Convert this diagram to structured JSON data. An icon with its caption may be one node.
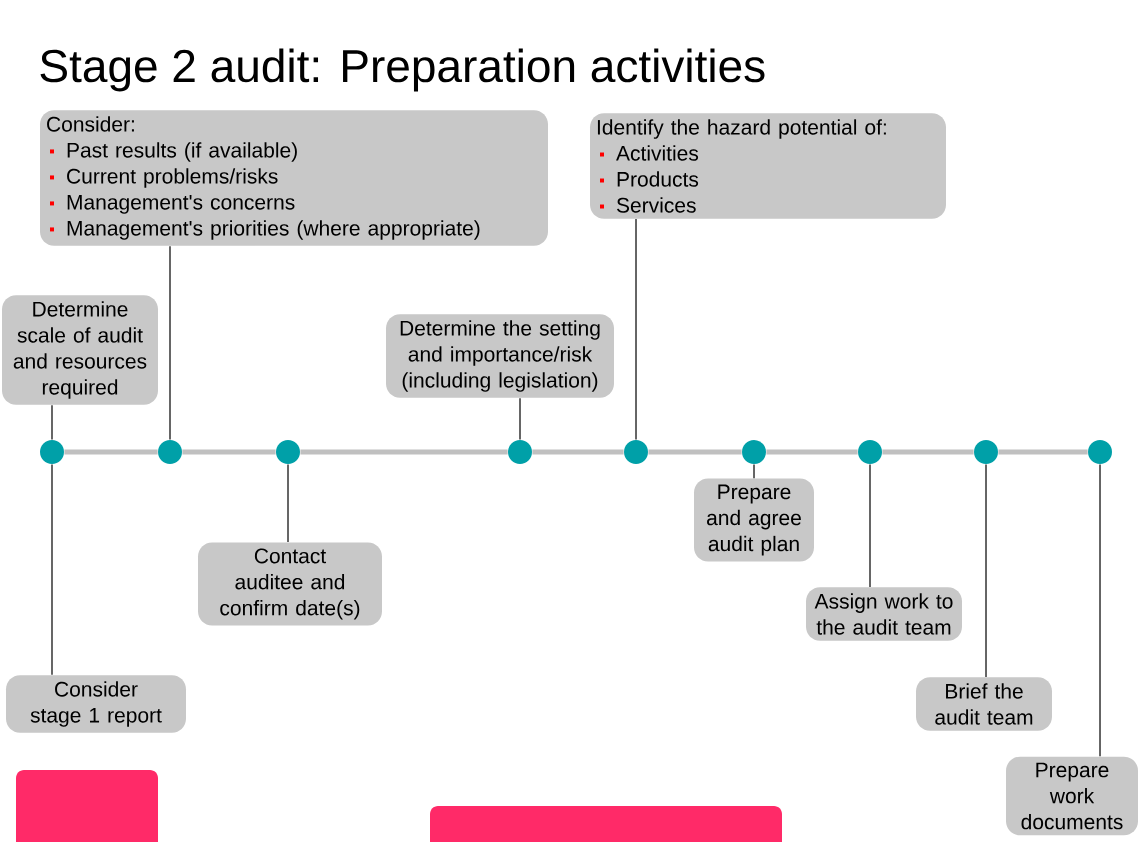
{
  "diagram": {
    "title": "Stage 2 audit: Preparation activities",
    "nodes": [
      {
        "text": [
          "Determine scale of audit and resources required"
        ]
      },
      {
        "text": [
          "Consider:",
          "Past results (if available)",
          "Current problems/risks",
          "Management's concerns",
          "Management's priorities (where appropriate)"
        ]
      },
      {
        "text": [
          "Identify the hazard potential of:",
          "Activities",
          "Products",
          "Services"
        ]
      },
      {
        "text": [
          "Determine the setting and importance/risk (including legislation)"
        ]
      },
      {
        "text": [
          "Contact auditee and confirm date(s)"
        ]
      },
      {
        "text": [
          "Prepare and agree audit plan"
        ]
      },
      {
        "text": [
          "Assign work to the audit team"
        ]
      },
      {
        "text": [
          "Brief the audit team"
        ]
      },
      {
        "text": [
          "Consider stage 1 report"
        ]
      },
      {
        "text": [
          "Prepare work documents"
        ]
      },
      {
        "text": [],
        "shape": "circle"
      },
      {
        "text": [],
        "shape": "circle"
      },
      {
        "text": [],
        "shape": "circle"
      },
      {
        "text": [],
        "shape": "circle"
      },
      {
        "text": [],
        "shape": "circle"
      },
      {
        "text": [],
        "shape": "circle"
      },
      {
        "text": [],
        "shape": "circle"
      },
      {
        "text": [],
        "shape": "circle"
      },
      {
        "text": [],
        "shape": "circle"
      },
      {
        "text": [],
        "shape": "bar"
      },
      {
        "text": [],
        "shape": "bar"
      }
    ],
    "edges": [
      {
        "from": 0,
        "to": 10,
        "arrow": "none"
      },
      {
        "from": 1,
        "to": 11,
        "arrow": "none"
      },
      {
        "from": 2,
        "to": 14,
        "arrow": "none"
      },
      {
        "from": 3,
        "to": 13,
        "arrow": "none"
      },
      {
        "from": 4,
        "to": 12,
        "arrow": "none"
      },
      {
        "from": 5,
        "to": 15,
        "arrow": "none"
      },
      {
        "from": 6,
        "to": 16,
        "arrow": "none"
      },
      {
        "from": 7,
        "to": 17,
        "arrow": "none"
      },
      {
        "from": 8,
        "to": 10,
        "arrow": "none"
      },
      {
        "from": 9,
        "to": 18,
        "arrow": "none"
      },
      {
        "from": 10,
        "to": 11,
        "arrow": "none",
        "color": "#c0c0c0",
        "style": "thick"
      },
      {
        "from": 11,
        "to": 12,
        "arrow": "none",
        "color": "#c0c0c0",
        "style": "thick"
      },
      {
        "from": 12,
        "to": 13,
        "arrow": "none",
        "color": "#c0c0c0",
        "style": "thick"
      },
      {
        "from": 13,
        "to": 14,
        "arrow": "none",
        "color": "#c0c0c0",
        "style": "thick"
      },
      {
        "from": 14,
        "to": 15,
        "arrow": "none",
        "color": "#c0c0c0",
        "style": "thick"
      },
      {
        "from": 15,
        "to": 16,
        "arrow": "none",
        "color": "#c0c0c0",
        "style": "thick"
      },
      {
        "from": 16,
        "to": 17,
        "arrow": "none",
        "color": "#c0c0c0",
        "style": "thick"
      },
      {
        "from": 17,
        "to": 18,
        "arrow": "none",
        "color": "#c0c0c0",
        "style": "thick"
      }
    ]
  }
}
